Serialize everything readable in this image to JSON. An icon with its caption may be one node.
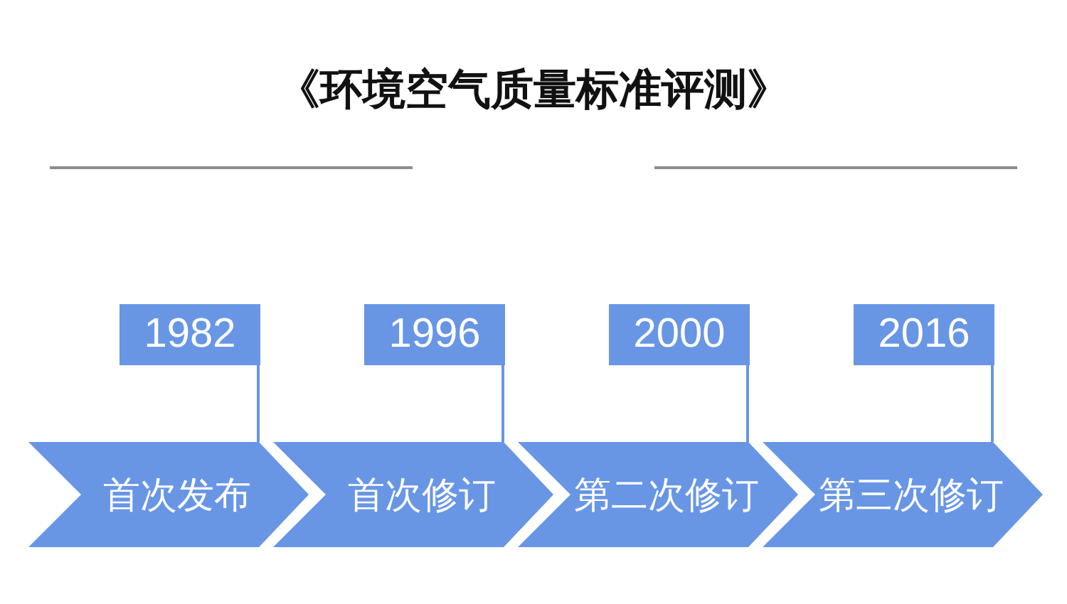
{
  "diagram": {
    "title": "《环境空气质量标准评测》",
    "nodes": [
      {
        "text": [
          "1982"
        ]
      },
      {
        "text": [
          "1996"
        ]
      },
      {
        "text": [
          "2000"
        ]
      },
      {
        "text": [
          "2016"
        ]
      },
      {
        "text": [
          "首次发布"
        ]
      },
      {
        "text": [
          "首次修订"
        ]
      },
      {
        "text": [
          "第二次修订"
        ]
      },
      {
        "text": [
          "第三次修订"
        ]
      }
    ],
    "edges": [
      {
        "from": 0,
        "to": 4,
        "arrow": "none"
      },
      {
        "from": 1,
        "to": 5,
        "arrow": "none"
      },
      {
        "from": 2,
        "to": 6,
        "arrow": "none"
      },
      {
        "from": 3,
        "to": 7,
        "arrow": "none"
      }
    ]
  }
}
